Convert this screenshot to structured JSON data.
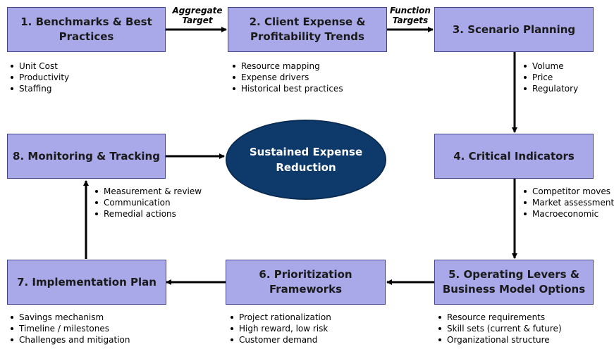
{
  "steps": {
    "s1": {
      "title": "1. Benchmarks & Best Practices",
      "bullets": [
        "Unit Cost",
        "Productivity",
        "Staffing"
      ]
    },
    "s2": {
      "title": "2. Client Expense & Profitability Trends",
      "bullets": [
        "Resource mapping",
        "Expense drivers",
        "Historical best practices"
      ]
    },
    "s3": {
      "title": "3. Scenario Planning",
      "bullets": [
        "Volume",
        "Price",
        "Regulatory"
      ]
    },
    "s4": {
      "title": "4. Critical Indicators",
      "bullets": [
        "Competitor moves",
        "Market assessment",
        "Macroeconomic"
      ]
    },
    "s5": {
      "title": "5. Operating Levers & Business Model Options",
      "bullets": [
        "Resource requirements",
        "Skill sets (current & future)",
        "Organizational structure"
      ]
    },
    "s6": {
      "title": "6. Prioritization Frameworks",
      "bullets": [
        "Project rationalization",
        "High reward, low risk",
        "Customer demand"
      ]
    },
    "s7": {
      "title": "7. Implementation Plan",
      "bullets": [
        "Savings mechanism",
        "Timeline / milestones",
        "Challenges and mitigation"
      ]
    },
    "s8": {
      "title": "8. Monitoring & Tracking",
      "bullets": [
        "Measurement & review",
        "Communication",
        "Remedial actions"
      ]
    }
  },
  "center": {
    "label": "Sustained Expense Reduction"
  },
  "arrow_labels": {
    "a12": {
      "line1": "Aggregate",
      "line2": "Target"
    },
    "a23": {
      "line1": "Function",
      "line2": "Targets"
    }
  },
  "colors": {
    "box_fill": "#a9a9ea",
    "box_border": "#45458a",
    "center_fill": "#0d3a6b",
    "arrow": "#000000"
  }
}
